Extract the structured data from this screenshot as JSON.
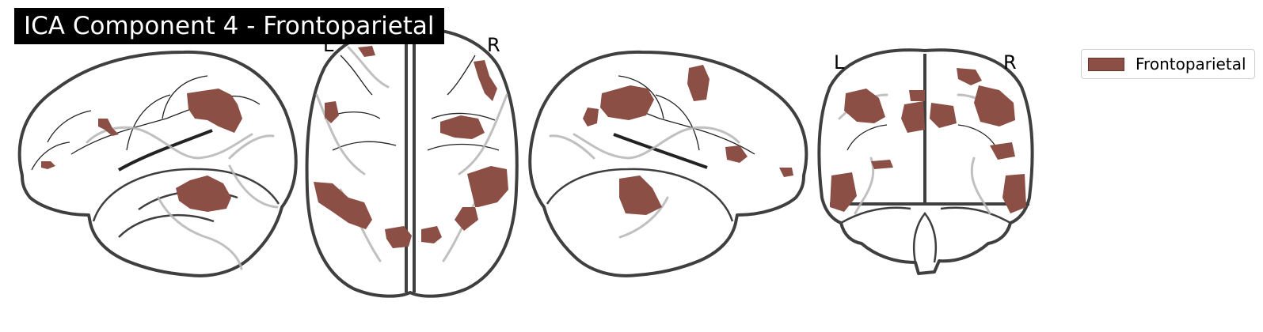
{
  "figure": {
    "title": "ICA Component 4 - Frontoparietal",
    "labels": {
      "axial_left": "L",
      "axial_right": "R",
      "coronal_left": "L",
      "coronal_right": "R"
    },
    "legend": {
      "label": "Frontoparietal",
      "color": "#8b4f45"
    }
  },
  "colors": {
    "outline": "#3f3f3f",
    "inner_line": "#222222",
    "glass": "#b5b5b5",
    "blob": "#8b4f45"
  }
}
